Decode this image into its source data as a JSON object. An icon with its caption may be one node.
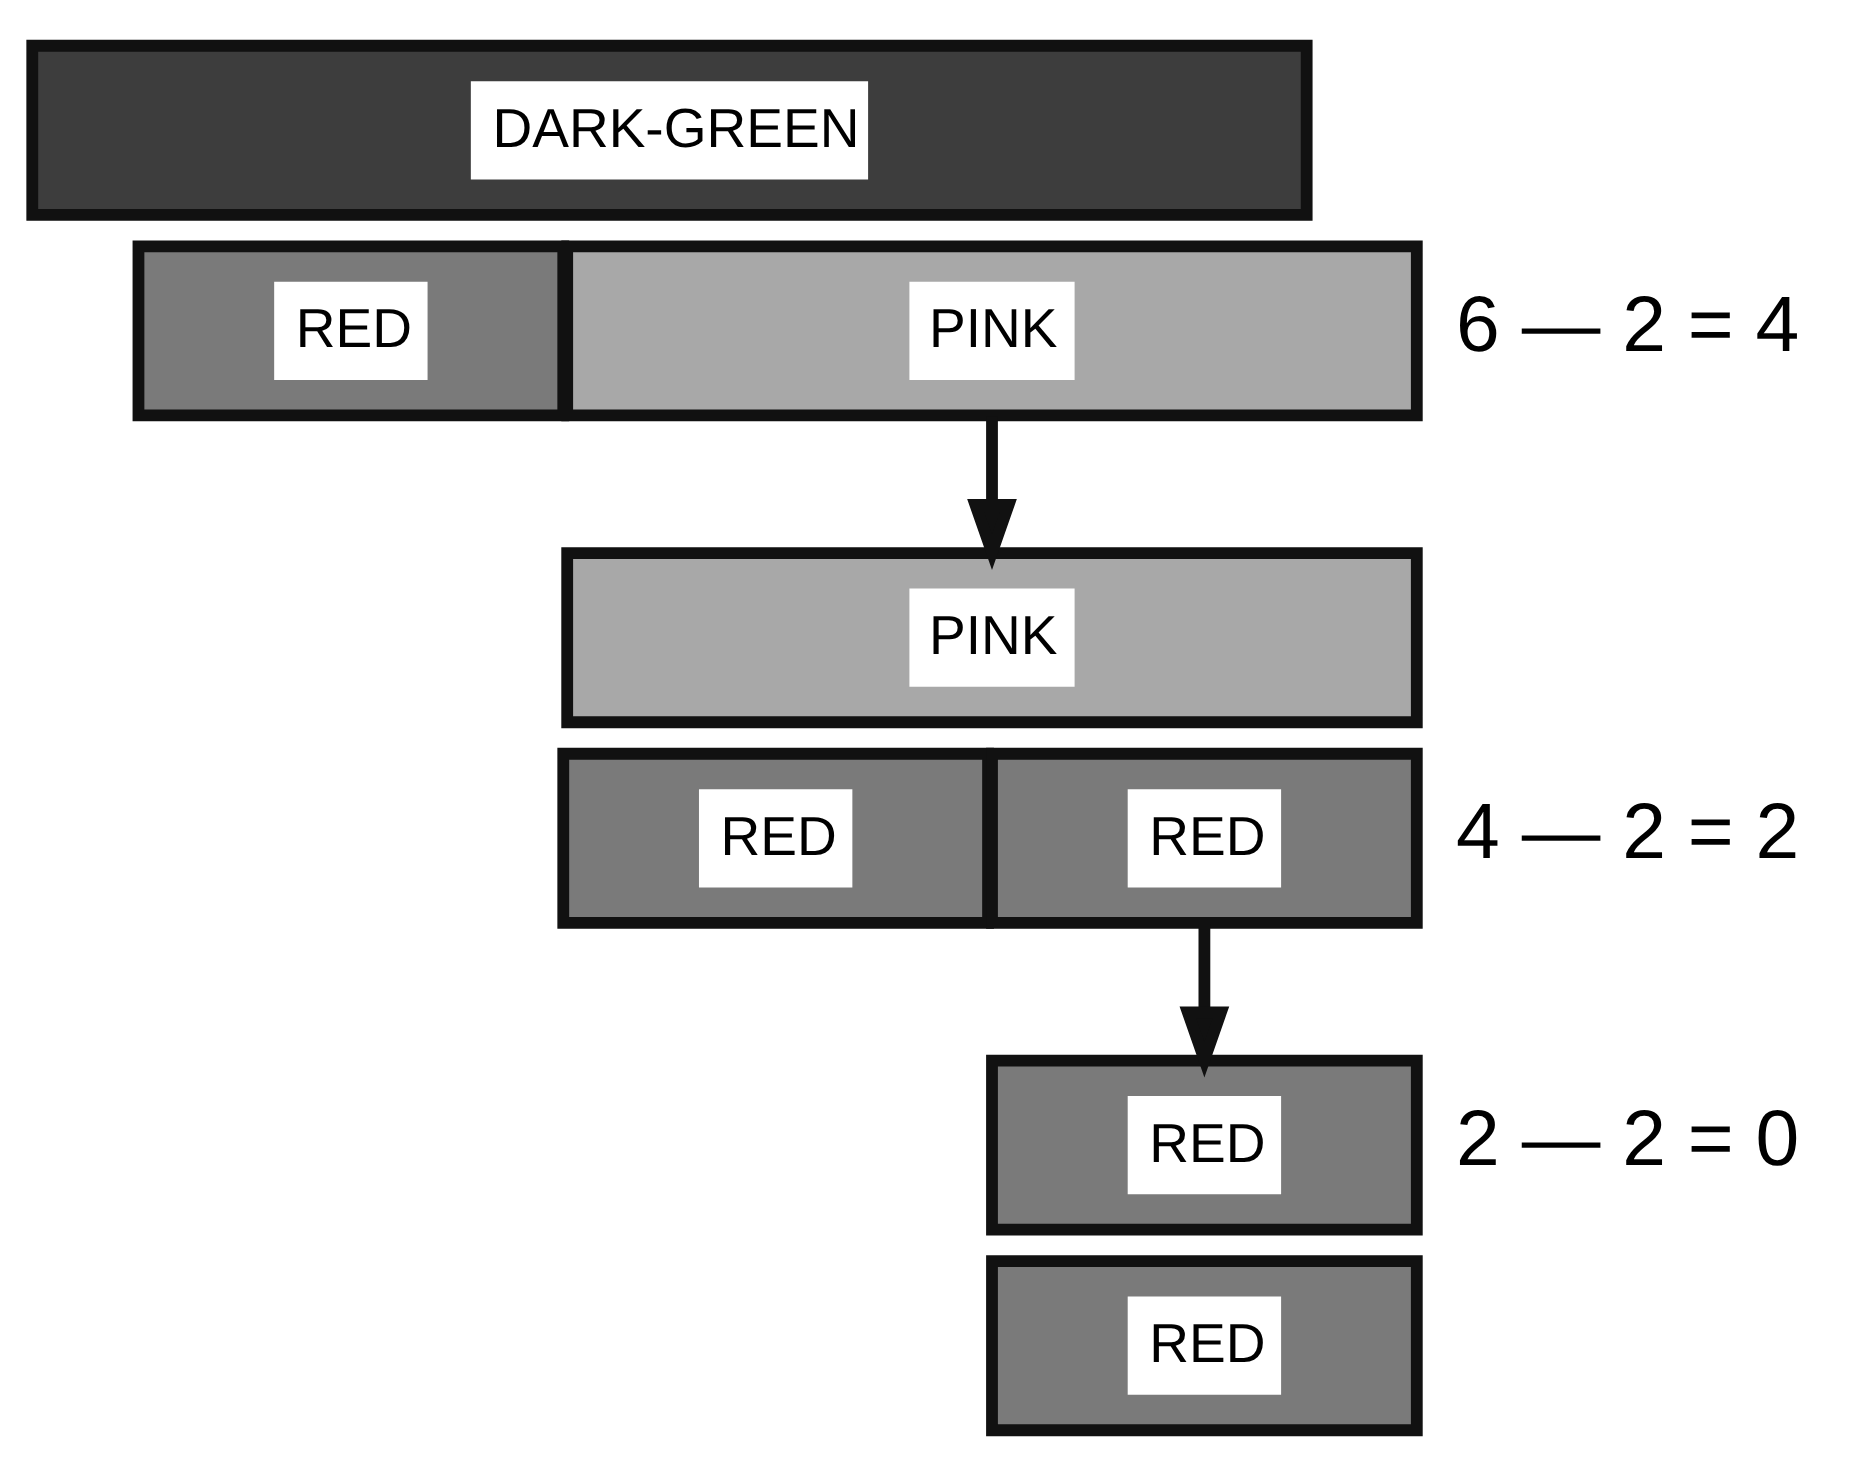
{
  "diagram": {
    "nodes": [
      {
        "text": [
          "DARK-GREEN"
        ]
      },
      {
        "text": [
          "RED"
        ]
      },
      {
        "text": [
          "PINK"
        ]
      },
      {
        "text": [
          "PINK"
        ]
      },
      {
        "text": [
          "RED"
        ]
      },
      {
        "text": [
          "RED"
        ]
      },
      {
        "text": [
          "RED"
        ]
      },
      {
        "text": [
          "RED"
        ]
      }
    ],
    "edges": [
      {
        "from": 2,
        "to": 3,
        "arrow": "to"
      },
      {
        "from": 5,
        "to": 6,
        "arrow": "to"
      }
    ],
    "labels": [
      "6 — 2 = 4",
      "4 — 2 = 2",
      "2 — 2 = 0"
    ]
  }
}
